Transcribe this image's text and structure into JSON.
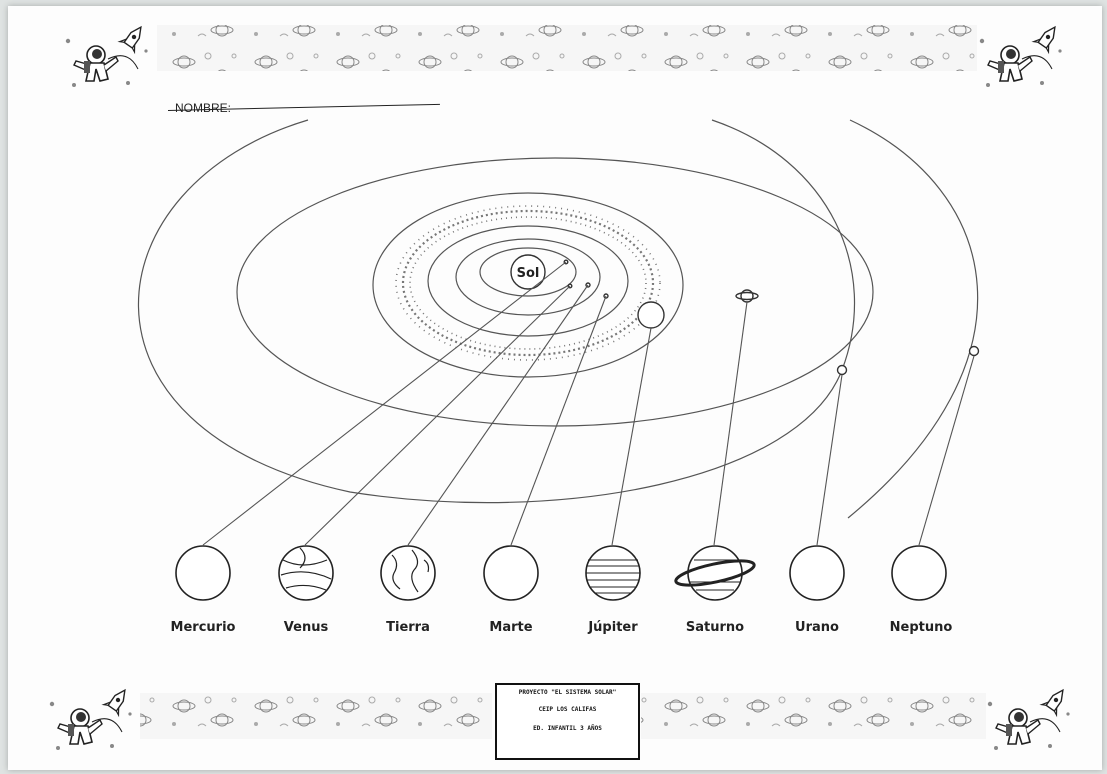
{
  "header": {
    "nombre_label": "NOMBRE:"
  },
  "diagram": {
    "sun_label": "Sol"
  },
  "planets": [
    {
      "name": "Mercurio"
    },
    {
      "name": "Venus"
    },
    {
      "name": "Tierra"
    },
    {
      "name": "Marte"
    },
    {
      "name": "Júpiter"
    },
    {
      "name": "Saturno"
    },
    {
      "name": "Urano"
    },
    {
      "name": "Neptuno"
    }
  ],
  "footer": {
    "project": "PROYECTO \"EL SISTEMA SOLAR\"",
    "school": "CEIP LOS CALIFAS",
    "level": "ED. INFANTIL 3 AÑOS"
  },
  "decorations": {
    "corner_icon": "astronaut-icon",
    "border_icon": "planet-pattern-icon"
  }
}
